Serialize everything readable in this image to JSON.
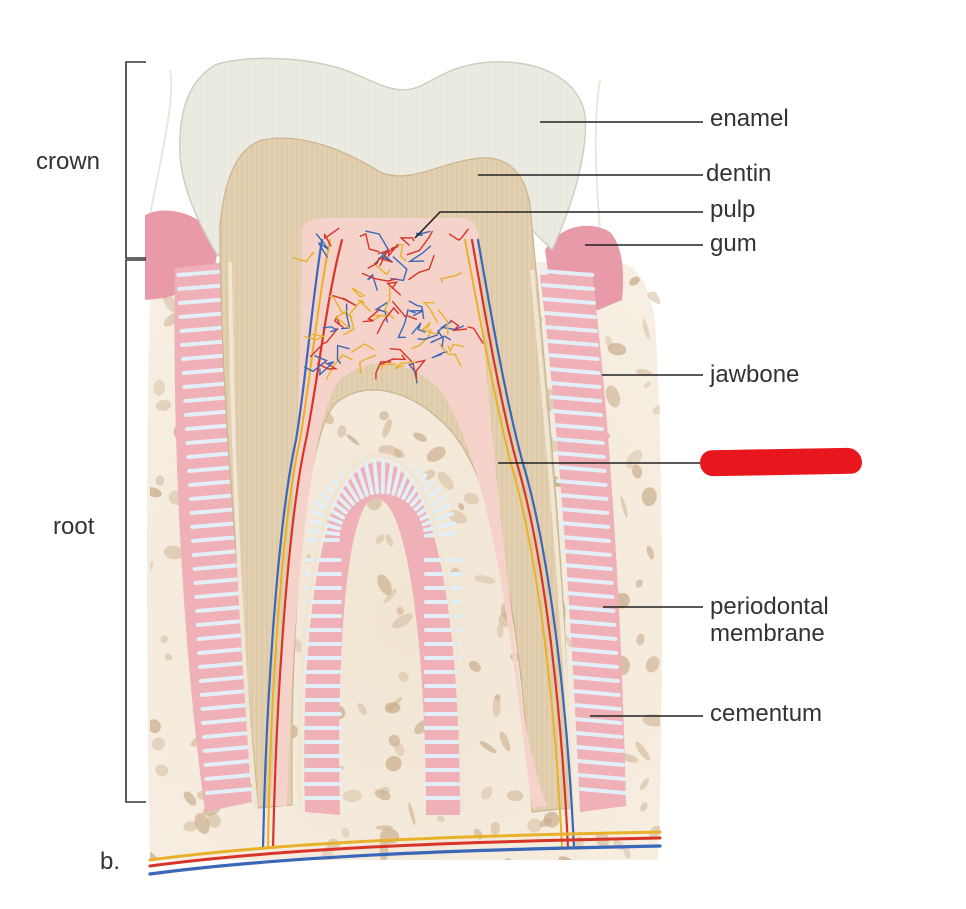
{
  "figure_label": "b.",
  "regions": [
    {
      "id": "crown",
      "label": "crown"
    },
    {
      "id": "root",
      "label": "root"
    }
  ],
  "labels": [
    {
      "id": "enamel",
      "text": "enamel"
    },
    {
      "id": "dentin",
      "text": "dentin"
    },
    {
      "id": "pulp",
      "text": "pulp"
    },
    {
      "id": "gum",
      "text": "gum"
    },
    {
      "id": "jawbone",
      "text": "jawbone"
    },
    {
      "id": "periodontal",
      "text": "periodontal membrane"
    },
    {
      "id": "cementum",
      "text": "cementum"
    }
  ],
  "redacted_label_color": "#e8171d",
  "colors": {
    "enamel": "#ecebe2",
    "dentin": "#e3d0b0",
    "pulp": "#f5d3ca",
    "gum": "#e99aa8",
    "bone": "#f1e5d2",
    "bone_pores": "#c9ac8a",
    "ligament": "#efb0b8",
    "fibers": "#e3eef6",
    "artery": "#d8352a",
    "vein": "#3a67b8",
    "nerve": "#e8b12a"
  }
}
